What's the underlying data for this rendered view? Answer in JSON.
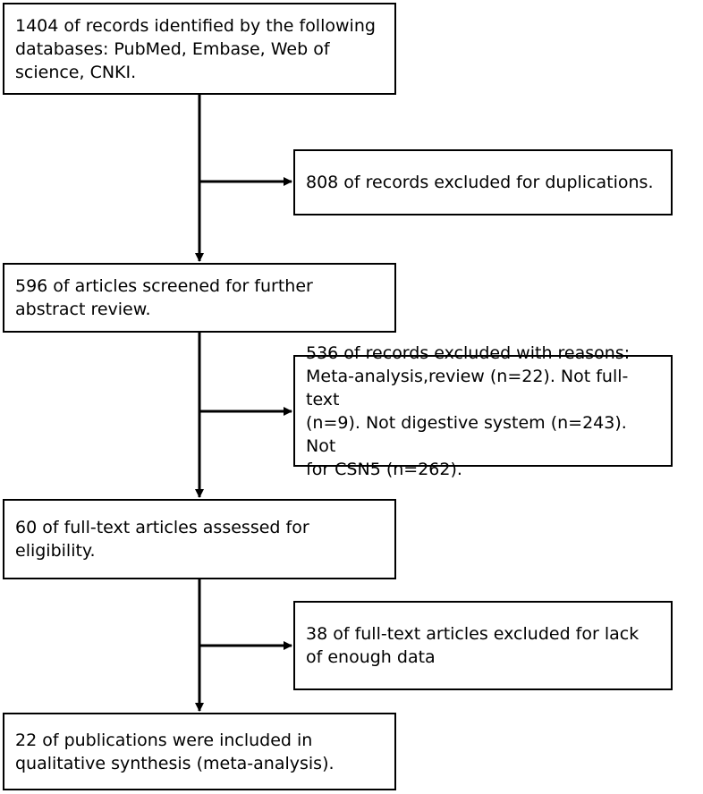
{
  "flow": {
    "main_steps": [
      {
        "text": "1404 of records identified by the following\ndatabases: PubMed, Embase, Web of\nscience, CNKI."
      },
      {
        "text": "596 of articles screened for further\nabstract review."
      },
      {
        "text": "60 of full-text articles assessed for\neligibility."
      },
      {
        "text": "22 of publications were included in\nqualitative synthesis (meta-analysis)."
      }
    ],
    "exclusions": [
      {
        "text": "808 of records excluded for duplications."
      },
      {
        "text": "536 of records excluded with reasons:\nMeta-analysis,review (n=22). Not full-text\n(n=9). Not digestive system (n=243). Not\nfor CSN5 (n=262)."
      },
      {
        "text": "38 of full-text articles excluded for lack\nof enough data"
      }
    ]
  },
  "colors": {
    "line": "#000000",
    "box_border": "#000000",
    "background": "#ffffff"
  }
}
